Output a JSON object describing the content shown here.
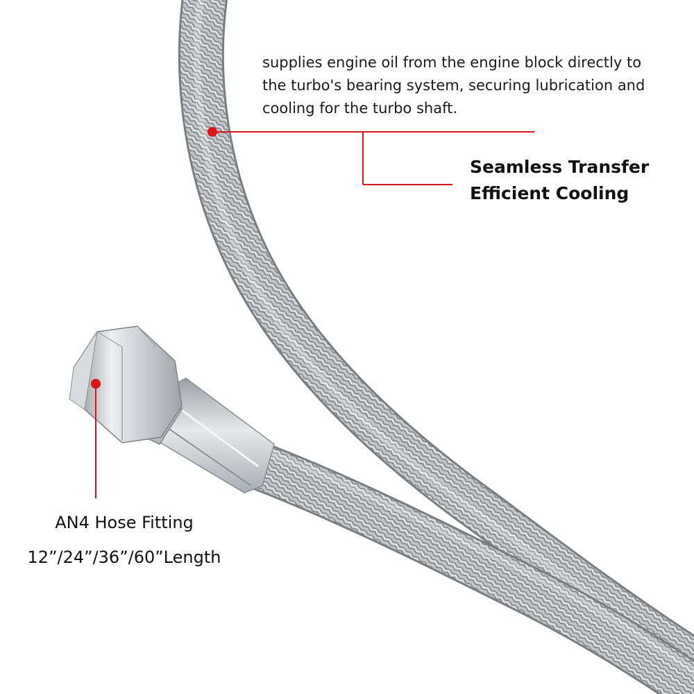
{
  "description": {
    "lines": [
      "supplies engine oil from the engine block directly to",
      "the turbo's bearing system, securing lubrication and",
      "cooling for the turbo shaft."
    ]
  },
  "feature": {
    "line1": "Seamless Transfer",
    "line2": "Efficient Cooling"
  },
  "fitting": {
    "name": "AN4 Hose Fitting",
    "lengths": "12”/24”/36”/60”Length"
  },
  "colors": {
    "callout": "#d9141b",
    "braid": "#b9bcbf",
    "background": "#ffffff"
  }
}
